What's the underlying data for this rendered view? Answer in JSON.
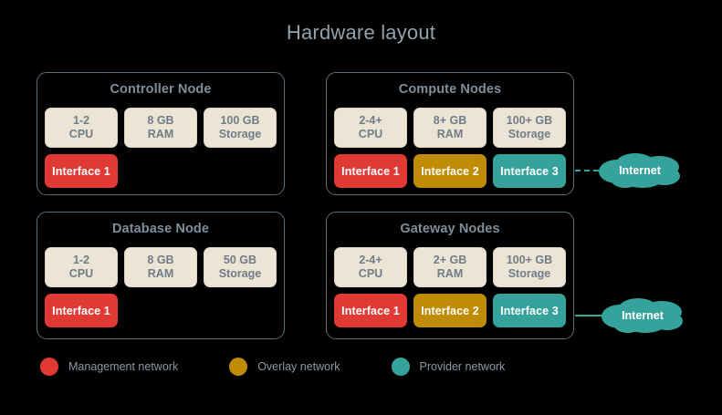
{
  "title": "Hardware layout",
  "colors": {
    "background": "#000000",
    "title_text": "#93a2ad",
    "panel_border": "#5d6d78",
    "panel_title_text": "#7f8e9b",
    "spec_box_fill": "#ece4d5",
    "spec_box_text": "#6f7d89",
    "management_network": "#e03a34",
    "overlay_network": "#c08b05",
    "provider_network": "#35a39b",
    "legend_text": "#8b99a5",
    "interface_text": "#ffffff"
  },
  "nodes": [
    {
      "id": "controller",
      "title": "Controller Node",
      "specs": [
        {
          "line1": "1-2",
          "line2": "CPU"
        },
        {
          "line1": "8 GB",
          "line2": "RAM"
        },
        {
          "line1": "100 GB",
          "line2": "Storage"
        }
      ],
      "interfaces": [
        {
          "label": "Interface 1",
          "network": "management"
        }
      ],
      "internet": null
    },
    {
      "id": "compute",
      "title": "Compute Nodes",
      "specs": [
        {
          "line1": "2-4+",
          "line2": "CPU"
        },
        {
          "line1": "8+ GB",
          "line2": "RAM"
        },
        {
          "line1": "100+ GB",
          "line2": "Storage"
        }
      ],
      "interfaces": [
        {
          "label": "Interface 1",
          "network": "management"
        },
        {
          "label": "Interface 2",
          "network": "overlay"
        },
        {
          "label": "Interface 3",
          "network": "provider"
        }
      ],
      "internet": {
        "label": "Internet",
        "connector": "dashed"
      }
    },
    {
      "id": "database",
      "title": "Database Node",
      "specs": [
        {
          "line1": "1-2",
          "line2": "CPU"
        },
        {
          "line1": "8 GB",
          "line2": "RAM"
        },
        {
          "line1": "50 GB",
          "line2": "Storage"
        }
      ],
      "interfaces": [
        {
          "label": "Interface 1",
          "network": "management"
        }
      ],
      "internet": null
    },
    {
      "id": "gateway",
      "title": "Gateway Nodes",
      "specs": [
        {
          "line1": "2-4+",
          "line2": "CPU"
        },
        {
          "line1": "2+ GB",
          "line2": "RAM"
        },
        {
          "line1": "100+ GB",
          "line2": "Storage"
        }
      ],
      "interfaces": [
        {
          "label": "Interface 1",
          "network": "management"
        },
        {
          "label": "Interface 2",
          "network": "overlay"
        },
        {
          "label": "Interface 3",
          "network": "provider"
        }
      ],
      "internet": {
        "label": "Internet",
        "connector": "solid"
      }
    }
  ],
  "legend": [
    {
      "label": "Management network",
      "network": "management",
      "color": "#e03a34"
    },
    {
      "label": "Overlay network",
      "network": "overlay",
      "color": "#c08b05"
    },
    {
      "label": "Provider network",
      "network": "provider",
      "color": "#35a39b"
    }
  ]
}
